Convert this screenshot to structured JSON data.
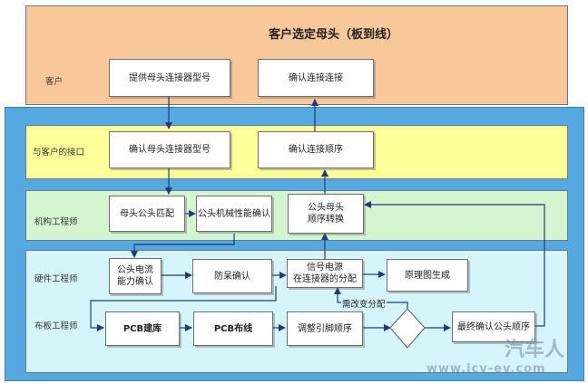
{
  "diagram": {
    "title": "客户选定母头（板到线）",
    "lanes": {
      "customer": "客户",
      "interface": "与客户的接口",
      "mechanical": "机构工程师",
      "hardware": "硬件工程师",
      "layout": "布板工程师"
    },
    "boxes": {
      "provide_model": "提供母头连接器型号",
      "confirm_order_cust": "确认连接连接",
      "confirm_model": "确认母头连接器型号",
      "confirm_order": "确认连接顺序",
      "male_female_match": "母头公头匹配",
      "male_mech_confirm": "公头机械性能确认",
      "male_female_convert": "公头母头\n顺序转换",
      "male_current": "公头电流\n能力确认",
      "anti_fool": "防呆确认",
      "signal_power": "信号电源\n在连接器的分配",
      "schematic": "原理图生成",
      "pcb_lib": "PCB建库",
      "pcb_route": "PCB布线",
      "adjust_pin": "调整引脚顺序",
      "final_confirm": "最终确认公头顺序"
    },
    "edge_labels": {
      "change_alloc": "需改变分配"
    }
  },
  "watermark": {
    "text": "汽车人",
    "url": "www.icv-ev.com"
  },
  "colors": {
    "customer_lane": "#f9c89a",
    "outer_container": "#56a8e0",
    "interface_lane": "#ffff99",
    "mechanical_lane": "#d5f5d0",
    "hardware_lane": "#d6f5fb",
    "arrow": "#1f3b7a"
  }
}
